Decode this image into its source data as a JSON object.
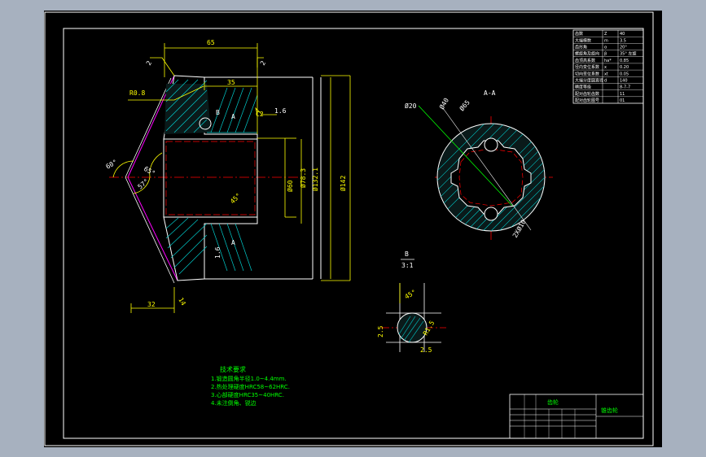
{
  "colors": {
    "background": "#a7b1bf",
    "drawing": "#000000",
    "frame": "#ffffff",
    "dimension": "#ffff00",
    "centerline": "#ff0000",
    "hatch": "#00ffff",
    "leader": "#00ff00",
    "cone": "#ff00ff"
  },
  "dims": {
    "d65": "65",
    "d35": "35",
    "d32": "32",
    "c2": "C2",
    "r16": "1.6",
    "d60": "Ø60",
    "d78": "Ø78.3",
    "d132": "Ø132.1",
    "d142": "Ø142",
    "a60": "60°",
    "a65": "65°",
    "a57": "57°",
    "a45": "45°",
    "sec_a": "A",
    "sec_a2": "A",
    "b_ref": "B",
    "fine": "1.6",
    "d14": "14",
    "r08": "R0.8",
    "d2x10": "2XØ10",
    "d40": "Ø40",
    "d65b": "Ø65",
    "r2": "2"
  },
  "section": {
    "label": "A-A",
    "phi": "Ø20"
  },
  "detail": {
    "title": "B",
    "scale": "3:1",
    "d25a": "2.5",
    "d25b": "2.5",
    "angle": "45°",
    "r15": "R1.5"
  },
  "notes": {
    "heading": "技术要求",
    "items": [
      "1.锻造圆角半径1.0~4.4mm.",
      "2.热处理硬度HRC58~62HRC.",
      "3.心部硬度HRC35~40HRC.",
      "4.未注倒角、锐边"
    ]
  },
  "param_table": {
    "rows": [
      [
        "齿数",
        "Z",
        "40"
      ],
      [
        "大端模数",
        "m",
        "3.5"
      ],
      [
        "齿形角",
        "α",
        "20°"
      ],
      [
        "螺旋角及旋向",
        "β",
        "35° 左旋"
      ],
      [
        "齿顶高系数",
        "ha*",
        "0.85"
      ],
      [
        "径向变位系数",
        "x",
        "0.20"
      ],
      [
        "切向变位系数",
        "xt",
        "0.05"
      ],
      [
        "大端分度圆直径",
        "d",
        "140"
      ],
      [
        "精度等级",
        "",
        "8-7-7"
      ],
      [
        "配对齿轮齿数",
        "",
        "11"
      ],
      [
        "配对齿轮图号",
        "",
        "01"
      ]
    ]
  },
  "title_block": {
    "part_name": "齿轮",
    "drawing_no": "锥齿轮"
  }
}
